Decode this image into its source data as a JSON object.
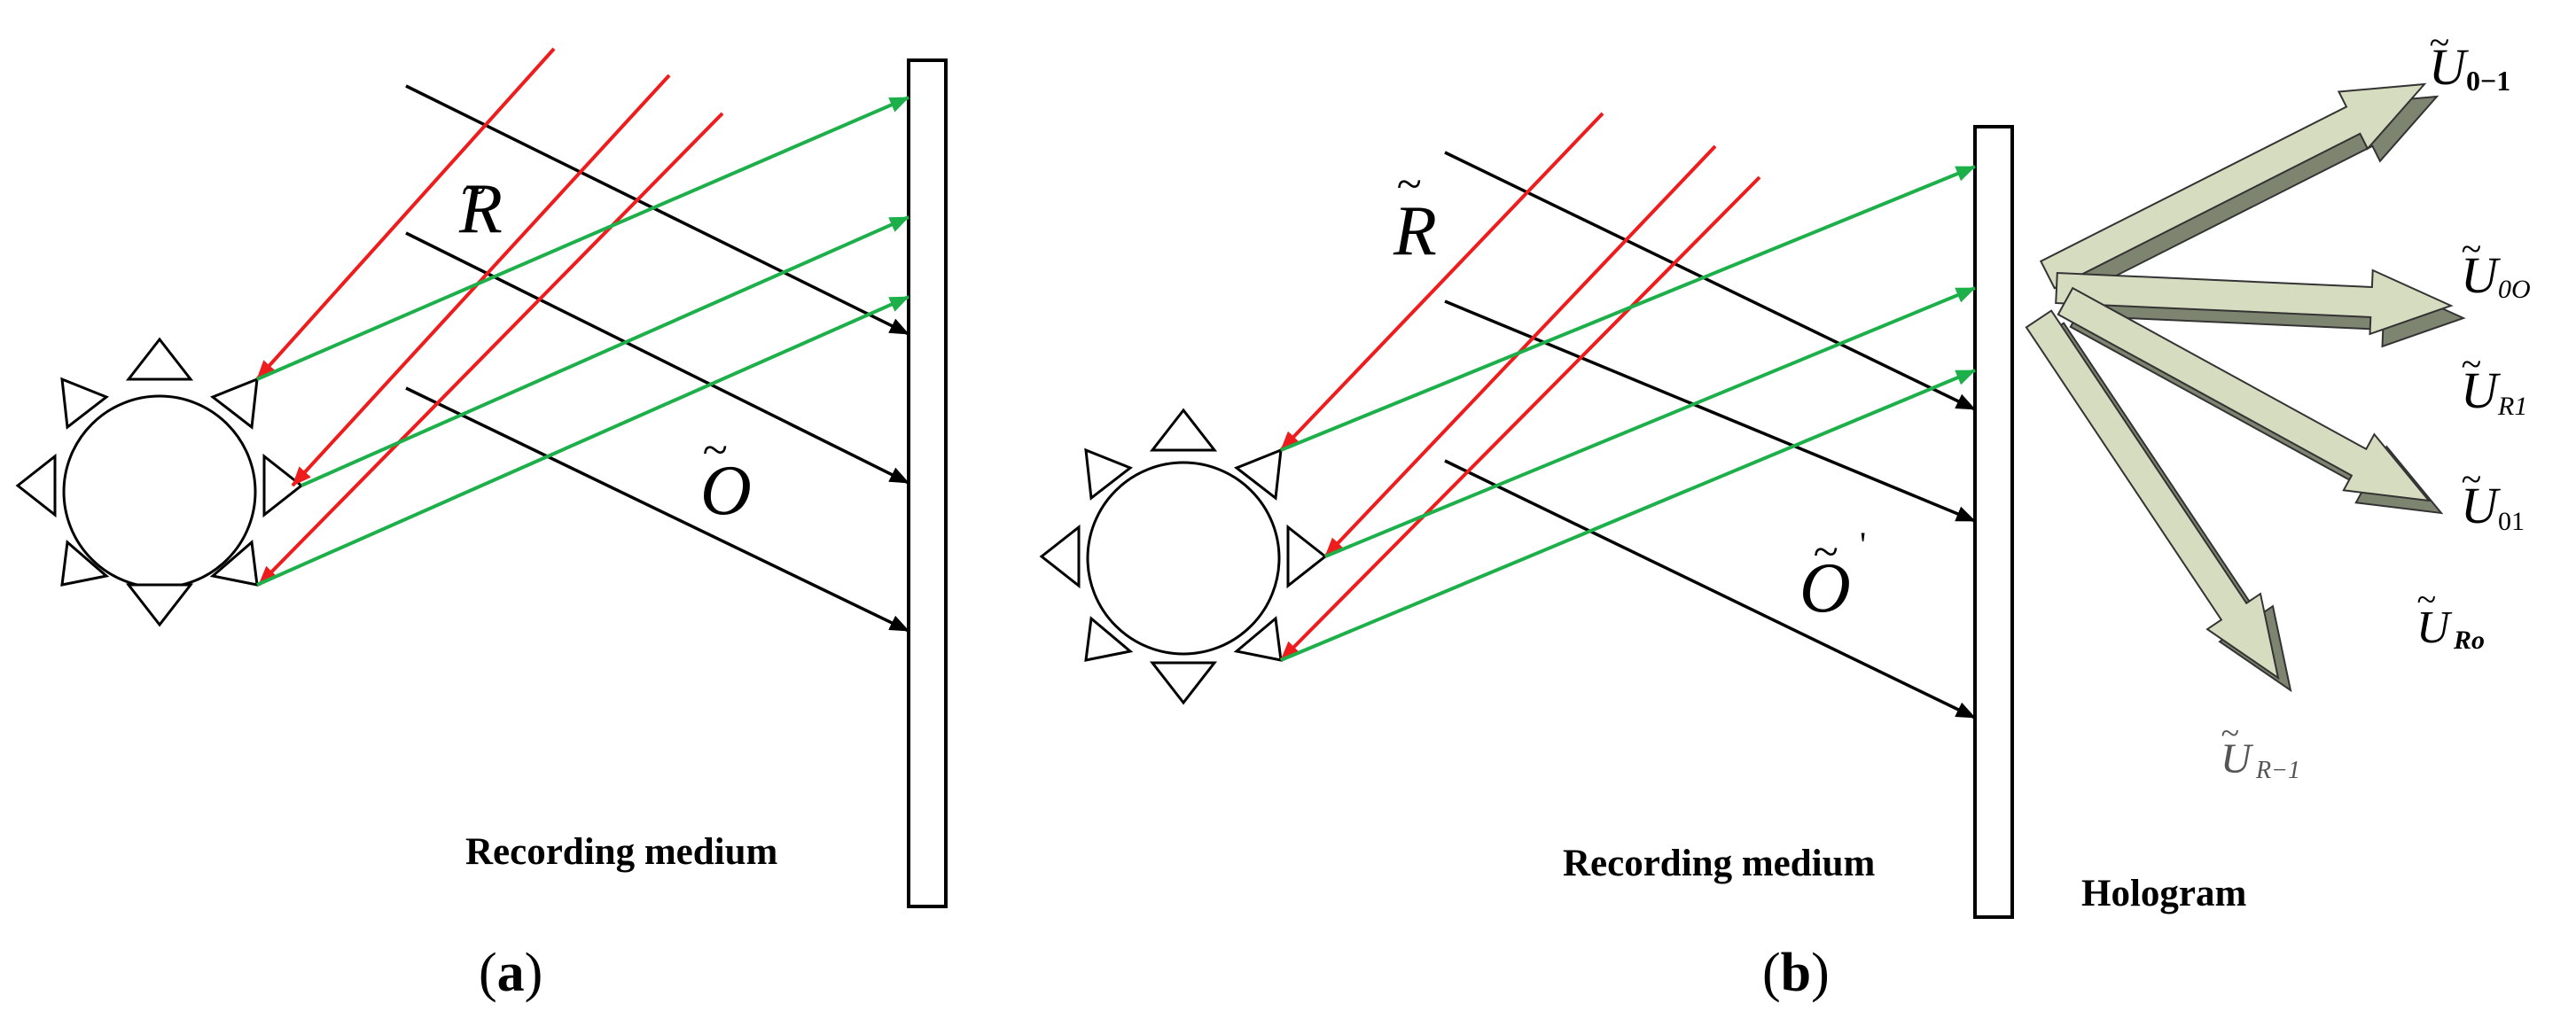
{
  "panel_a": {
    "label_open": "(",
    "label_letter": "a",
    "label_close": ")",
    "medium_label": "Recording medium",
    "reference_wave": {
      "symbol": "R",
      "accent": "~"
    },
    "object_wave": {
      "symbol": "O",
      "accent": "~"
    }
  },
  "panel_b": {
    "label_open": "(",
    "label_letter": "b",
    "label_close": ")",
    "medium_label": "Recording medium",
    "hologram_label": "Hologram",
    "reference_wave": {
      "symbol": "R",
      "accent": "~"
    },
    "object_wave": {
      "symbol": "O",
      "accent": "~",
      "prime": "'"
    },
    "output_waves": [
      {
        "symbol": "U",
        "subscript": "0−1",
        "accent": "~"
      },
      {
        "symbol": "U",
        "subscript": "0O",
        "accent": "~"
      },
      {
        "symbol": "U",
        "subscript": "R1",
        "accent": "~"
      },
      {
        "symbol": "U",
        "subscript": "01",
        "accent": "~"
      },
      {
        "symbol": "U",
        "subscript": "Ro",
        "accent": "~"
      },
      {
        "symbol": "U",
        "subscript": "R−1",
        "accent": "~"
      }
    ]
  },
  "colors": {
    "reference_ray": "#ee1c1c",
    "object_ray": "#1db04a",
    "incident_ray": "#000000",
    "arrow_face": "#d6dcc0",
    "arrow_side": "#7d8570"
  }
}
